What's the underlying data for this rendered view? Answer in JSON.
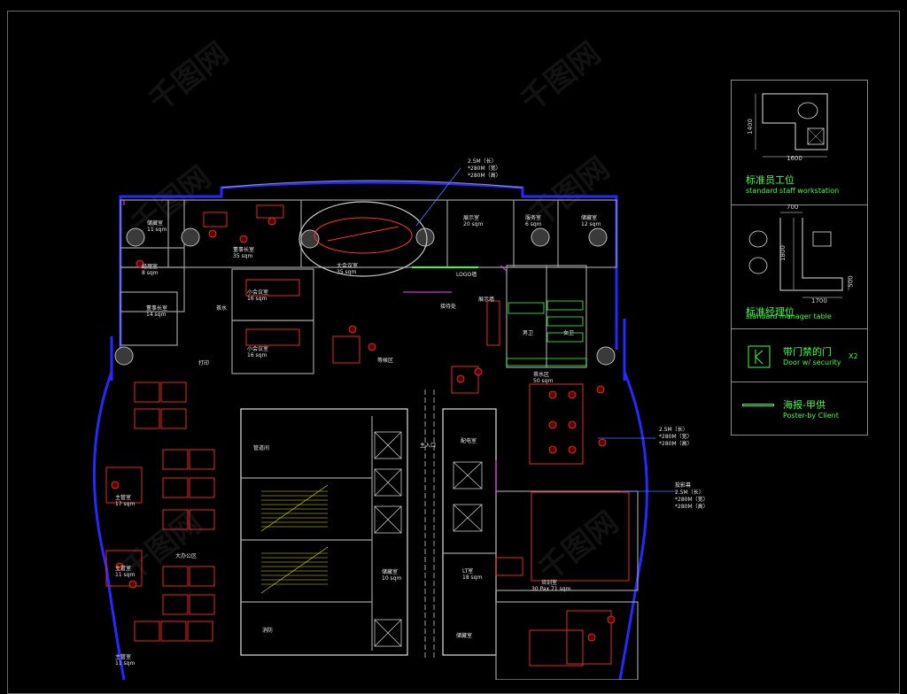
{
  "legend": {
    "staff": {
      "title": "标准员工位",
      "subtitle": "standard staff workstation",
      "dim_w": "1600",
      "dim_h": "1400"
    },
    "manager": {
      "title": "标准经理位",
      "subtitle": "standard manager table",
      "dim_top": "700",
      "dim_mid": "1800",
      "dim_bottom": "1700",
      "dim_right": "500"
    },
    "door": {
      "title": "带门禁的门",
      "subtitle": "Door w/ security",
      "qty": "X2"
    },
    "poster": {
      "title": "海报-甲供",
      "subtitle": "Poster-by Client"
    }
  },
  "plan": {
    "rooms": [
      {
        "name": "储藏室",
        "area": "11 sqm"
      },
      {
        "name": "董事长室",
        "area": "35 sqm"
      },
      {
        "name": "大会议室",
        "area": "35 sqm"
      },
      {
        "name": "展示室",
        "area": "20 sqm"
      },
      {
        "name": "服务室",
        "area": "6 sqm"
      },
      {
        "name": "储藏室",
        "area": "12 sqm"
      },
      {
        "name": "经理室",
        "area": "8 sqm"
      },
      {
        "name": "董事长室",
        "area": "14 sqm"
      },
      {
        "name": "小会议室",
        "area": "16 sqm"
      },
      {
        "name": "小会议室",
        "area": "16 sqm"
      },
      {
        "name": "茶水区",
        "area": "50 sqm"
      },
      {
        "name": "主管室",
        "area": "17 sqm"
      },
      {
        "name": "主管室",
        "area": "11 sqm"
      },
      {
        "name": "储藏室",
        "area": "10 sqm"
      },
      {
        "name": "LT室",
        "area": "18 sqm"
      },
      {
        "name": "培训室",
        "area": "30 Pax 71 sqm"
      },
      {
        "name": "主管室",
        "area": "11 sqm"
      }
    ],
    "labels": {
      "tea": "茶水",
      "waiting": "等候区",
      "reception": "接待处",
      "logo": "LOGO墙",
      "display_wall": "展示墙",
      "male_wc": "男卫",
      "female_wc": "女卫",
      "main_entry": "主入口",
      "open_office": "大办公区",
      "print": "打印",
      "pipe": "管道间",
      "storage": "储藏室",
      "fire": "消防",
      "elec": "配电室"
    },
    "callouts": [
      {
        "lines": [
          "2.5M（长）",
          "*280M（宽）",
          "*280M（高）"
        ]
      },
      {
        "lines": [
          "2.5M（长）",
          "*280M（宽）",
          "*280M（高）"
        ]
      },
      {
        "lines": [
          "投影幕",
          "2.5M（长）",
          "*280M（宽）",
          "*280M（高）"
        ]
      }
    ]
  },
  "watermark": "千图网"
}
